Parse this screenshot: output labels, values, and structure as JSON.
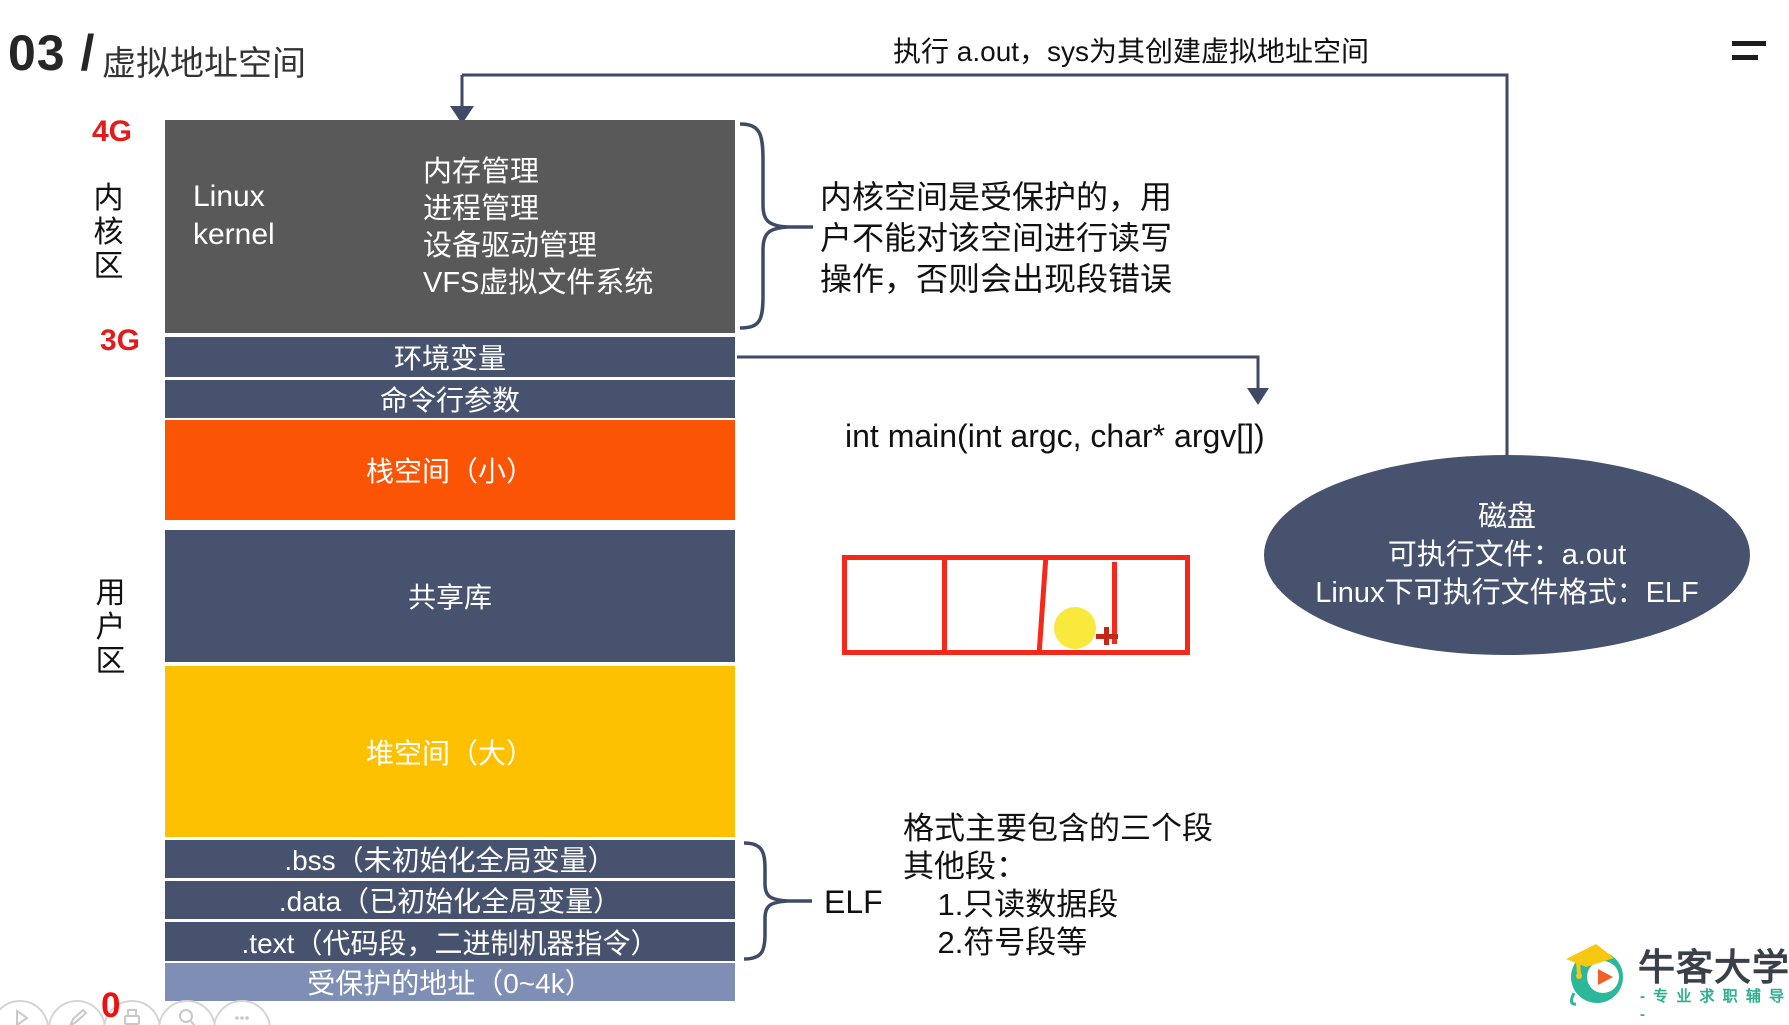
{
  "header": {
    "number": "03 /",
    "title": "虚拟地址空间"
  },
  "top_annotation": "执行 a.out，sys为其创建虚拟地址空间",
  "axis_labels": {
    "top": "4G",
    "boundary": "3G",
    "bottom": "0",
    "kernel_zone": "内核区",
    "user_zone": "用户区"
  },
  "memory_map": {
    "kernel_name": "Linux\nkernel",
    "kernel_features": [
      "内存管理",
      "进程管理",
      "设备驱动管理",
      "VFS虚拟文件系统"
    ],
    "env_vars": "环境变量",
    "cmd_args": "命令行参数",
    "stack": "栈空间（小）",
    "shared_lib": "共享库",
    "heap": "堆空间（大）",
    "bss": ".bss（未初始化全局变量）",
    "data_seg": ".data（已初始化全局变量）",
    "text_seg": ".text（代码段，二进制机器指令）",
    "protected": "受保护的地址（0~4k）"
  },
  "annotations": {
    "kernel_note": "内核空间是受保护的，用\n户不能对该空间进行读写\n操作，否则会出现段错误",
    "main_signature": "int main(int argc, char* argv[])",
    "elf_label": "ELF",
    "elf_note": "格式主要包含的三个段\n其他段：\n    1.只读数据段\n    2.符号段等"
  },
  "disk": {
    "text": "磁盘\n可执行文件：a.out\nLinux下可执行文件格式：ELF"
  },
  "logo": {
    "name": "牛客大学",
    "tagline": "- 专 业 求 职 辅 导 -"
  },
  "colors": {
    "kernel_gray": "#595959",
    "segment_navy": "#47536e",
    "stack_orange": "#fb5405",
    "heap_yellow": "#fdc101",
    "protected_slate": "#7e8eb4",
    "label_red": "#e41b1b",
    "connector_navy": "#3e4a66",
    "marker_red": "#f5281b",
    "marker_dot_yellow": "#f8e93c",
    "logo_teal": "#2bb79a"
  }
}
